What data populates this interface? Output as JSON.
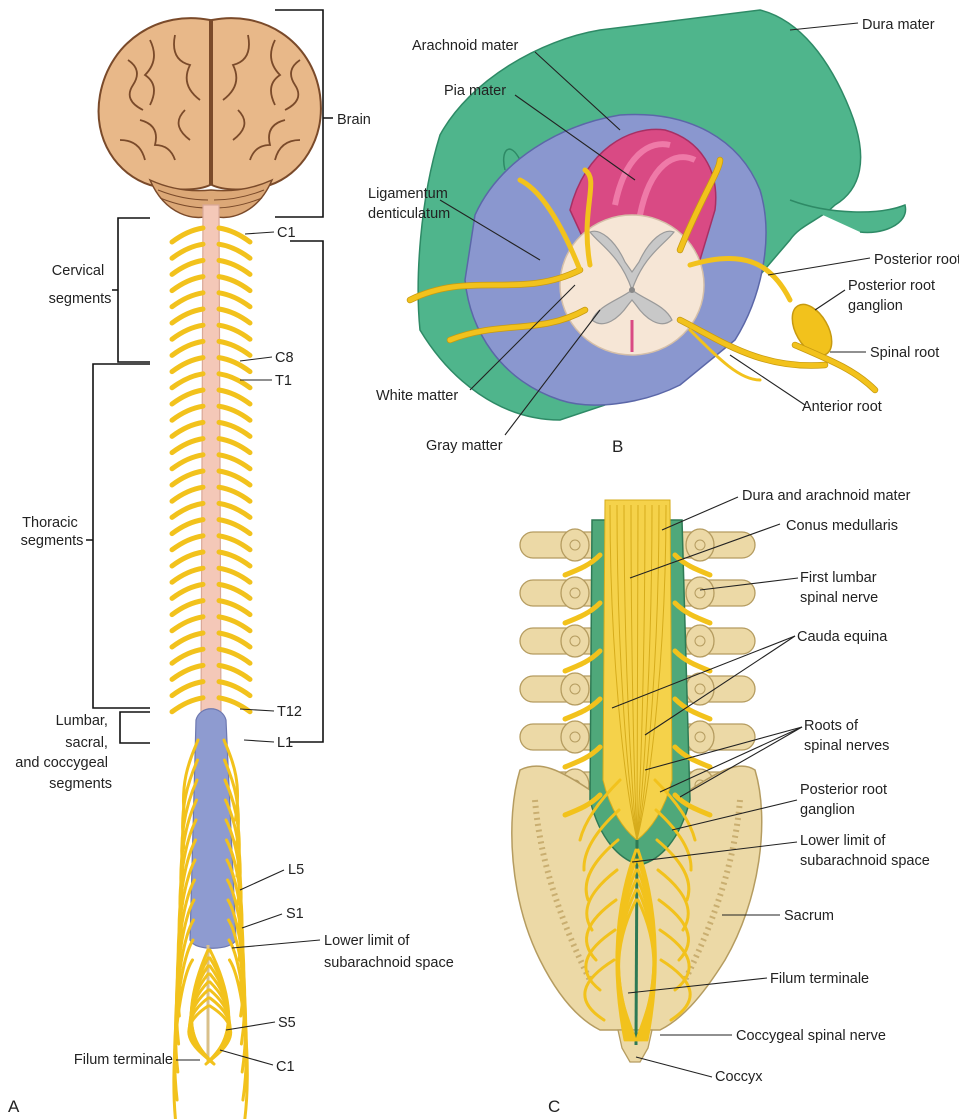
{
  "panels": {
    "a": "A",
    "b": "B",
    "c": "C"
  },
  "panel_a": {
    "brain": "Brain",
    "cervical": [
      "Cervical",
      "segments"
    ],
    "thoracic": [
      "Thoracic",
      "segments"
    ],
    "lumbar": [
      "Lumbar,",
      "sacral,",
      "and coccygeal",
      "segments"
    ],
    "c1_top": "C1",
    "c8": "C8",
    "t1": "T1",
    "t12": "T12",
    "l1": "L1",
    "l5": "L5",
    "s1": "S1",
    "lower_limit": [
      "Lower limit of",
      "subarachnoid space"
    ],
    "s5": "S5",
    "filum": "Filum terminale",
    "c1_bottom": "C1"
  },
  "panel_b": {
    "dura": "Dura mater",
    "arachnoid": "Arachnoid mater",
    "pia": "Pia mater",
    "ligamentum": [
      "Ligamentum",
      "denticulatum"
    ],
    "posterior_root": "Posterior root",
    "posterior_ganglion": [
      "Posterior root",
      "ganglion"
    ],
    "spinal_root": "Spinal root",
    "white_matter": "White matter",
    "anterior_root": "Anterior root",
    "gray_matter": "Gray matter"
  },
  "panel_c": {
    "dura_arachnoid": "Dura and arachnoid mater",
    "conus": "Conus medullaris",
    "first_lumbar": [
      "First lumbar",
      "spinal nerve"
    ],
    "cauda": "Cauda equina",
    "roots": [
      "Roots of",
      "spinal nerves"
    ],
    "ganglion": [
      "Posterior root",
      "ganglion"
    ],
    "lower_limit": [
      "Lower limit of",
      "subarachnoid space"
    ],
    "sacrum": "Sacrum",
    "filum": "Filum terminale",
    "coccygeal": "Coccygeal spinal nerve",
    "coccyx": "Coccyx"
  },
  "colors": {
    "brain": "#e8b889",
    "brain_line": "#7a4a2a",
    "cord": "#f4c8b8",
    "cord_lower": "#8e9bd0",
    "nerve": "#f2c21c",
    "dura": "#4fb58c",
    "arachnoid": "#8a97cf",
    "pia": "#d94a84",
    "gray_matter": "#c8c8c8",
    "white_matter": "#f6e6d6",
    "bone": "#ecd9a6"
  }
}
